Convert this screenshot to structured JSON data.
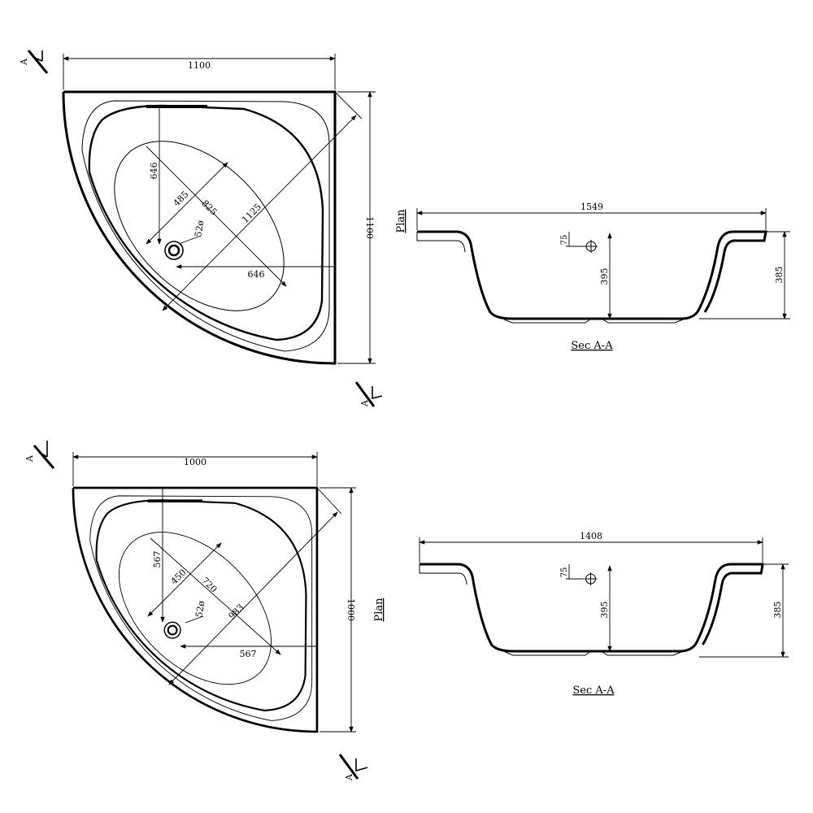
{
  "drawings": [
    {
      "plan": {
        "width": "1100",
        "depth": "1100",
        "drain_to_wall_y": "646",
        "basin_width": "485",
        "basin_diag": "825",
        "overall_diag": "1125",
        "drain_dia": "52ø",
        "drain_to_wall_x": "646"
      },
      "section": {
        "label": "Plan",
        "title": "Sec A-A",
        "length": "1549",
        "overflow": "75",
        "inner_depth": "395",
        "height": "385"
      },
      "section_marker": "A"
    },
    {
      "plan": {
        "width": "1000",
        "depth": "1000",
        "drain_to_wall_y": "567",
        "basin_width": "450",
        "basin_diag": "720",
        "overall_diag": "983",
        "drain_dia": "52ø",
        "drain_to_wall_x": "567"
      },
      "section": {
        "label": "Plan",
        "title": "Sec A-A",
        "length": "1408",
        "overflow": "75",
        "inner_depth": "395",
        "height": "385"
      },
      "section_marker": "A"
    }
  ]
}
